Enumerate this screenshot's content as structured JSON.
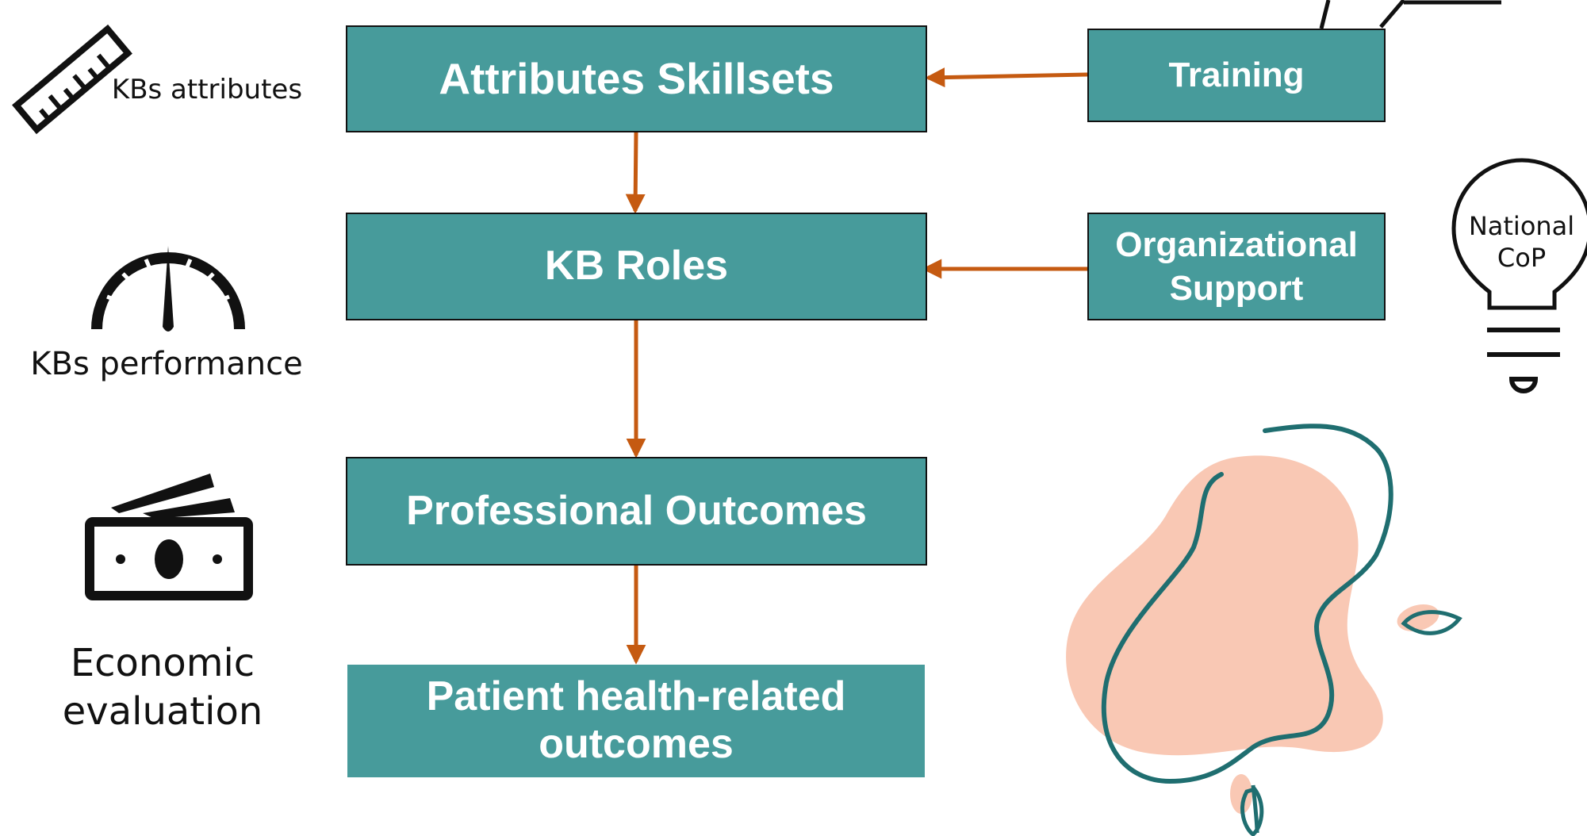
{
  "diagram": {
    "nodes": {
      "attributes_skillsets": "Attributes Skillsets",
      "kb_roles": "KB Roles",
      "professional_outcomes": "Professional Outcomes",
      "patient_outcomes": "Patient health-related outcomes",
      "training": "Training",
      "organizational_support": "Organizational Support"
    },
    "edges": [
      {
        "from": "training",
        "to": "attributes_skillsets"
      },
      {
        "from": "organizational_support",
        "to": "kb_roles"
      },
      {
        "from": "attributes_skillsets",
        "to": "kb_roles"
      },
      {
        "from": "kb_roles",
        "to": "professional_outcomes"
      },
      {
        "from": "professional_outcomes",
        "to": "patient_outcomes"
      }
    ],
    "side_labels": {
      "kbs_attributes": "KBs attributes",
      "kbs_performance": "KBs performance",
      "economic_evaluation": "Economic evaluation",
      "national_cop": "National CoP"
    },
    "icons": [
      "ruler-icon",
      "speedometer-icon",
      "money-icon",
      "lightbulb-icon",
      "chat-bubble-icon",
      "decorative-blob"
    ],
    "colors": {
      "box_fill": "#479b9b",
      "box_text": "#ffffff",
      "arrow": "#c55a11",
      "blob_fill": "#f9c8b4",
      "blob_stroke": "#1f6e70",
      "icon": "#111111"
    }
  }
}
